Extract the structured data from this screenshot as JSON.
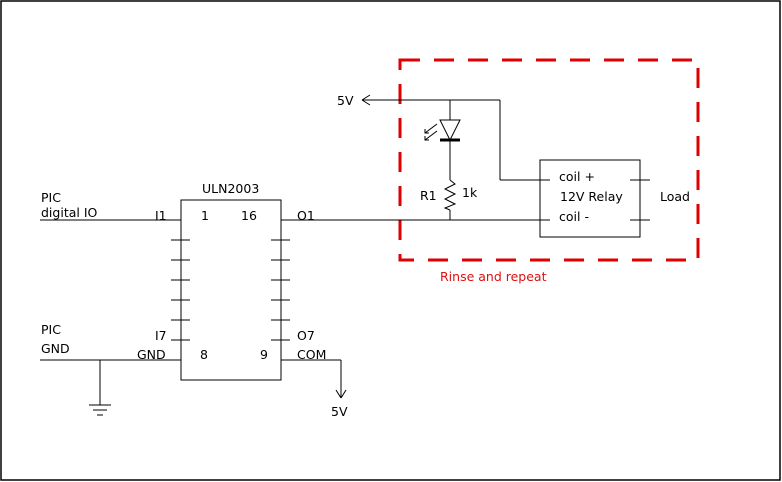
{
  "colors": {
    "line": "#000000",
    "highlight": "#e00000",
    "background": "#ffffff"
  },
  "labels": {
    "pic_digital_line1": "PIC",
    "pic_digital_line2": "digital IO",
    "pic_gnd_line1": "PIC",
    "pic_gnd_line2": "GND",
    "chip_name": "ULN2003",
    "pin_i1": "I1",
    "pin_1": "1",
    "pin_16": "16",
    "pin_o1": "O1",
    "pin_i7": "I7",
    "pin_o7": "O7",
    "pin_gnd": "GND",
    "pin_8": "8",
    "pin_9": "9",
    "pin_com": "COM",
    "supply_top": "5V",
    "supply_bottom": "5V",
    "resistor_name": "R1",
    "resistor_value": "1k",
    "relay_coil_plus": "coil +",
    "relay_name": "12V Relay",
    "relay_coil_minus": "coil -",
    "load": "Load",
    "repeat_note": "Rinse and repeat"
  },
  "icons": {
    "led": "led-icon",
    "resistor": "resistor-icon",
    "ground": "ground-icon",
    "arrow": "arrow-icon"
  }
}
